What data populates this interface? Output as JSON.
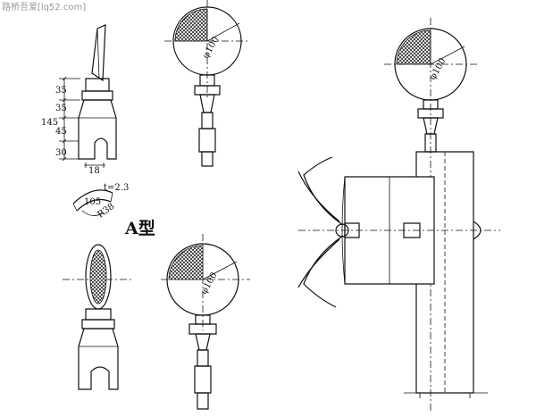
{
  "watermark": "路桥吾爱[lq52.com]",
  "type_label": "A型",
  "dimensions": {
    "d35a": "35",
    "d35b": "35",
    "d145": "145",
    "d45": "45",
    "d30": "30",
    "d18": "18",
    "thickness": "t=2.3",
    "d105": "105",
    "r38": "R38"
  },
  "gauge_labels": {
    "top_center": "φ100",
    "bottom_center": "φ100",
    "right": "φ100"
  },
  "colors": {
    "line": "#111111",
    "background": "#ffffff",
    "watermark": "#9a9a9a"
  }
}
